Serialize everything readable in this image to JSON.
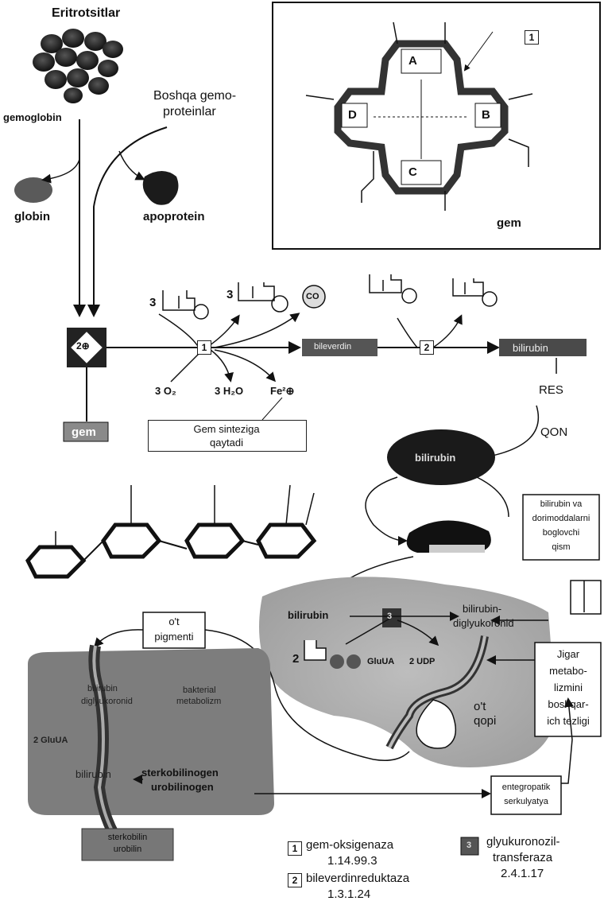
{
  "labels": {
    "eritrotsitlar": "Eritrotsitlar",
    "gemoglobin": "gemoglobin",
    "boshqa_line1": "Boshqa gemo-",
    "boshqa_line2": "proteinlar",
    "globin": "globin",
    "apoprotein": "apoprotein",
    "gem_struct": "gem",
    "gem_box": "gem",
    "fe_ion": "2⊕",
    "three_left": "3",
    "three_mid": "3",
    "co": "CO",
    "o2": "3 O₂",
    "h2o": "3 H₂O",
    "fe2": "Fe²⊕",
    "gem_sinteziga_1": "Gem sinteziga",
    "gem_sinteziga_2": "qaytadi",
    "bileverdin": "bileverdin",
    "bilirubin_top": "bilirubin",
    "res": "RES",
    "qon": "QON",
    "bilirubin_blood": "bilirubin",
    "bilirubin_va_1": "bilirubin va",
    "bilirubin_va_2": "dorimoddalarni",
    "bilirubin_va_3": "boglovchi",
    "bilirubin_va_4": "qism",
    "bilirubin_liver": "bilirubin",
    "diglyu_1": "bilirubin-",
    "diglyu_2": "diglyukoronid",
    "two_udp_glua": "2",
    "glua": "GluUA",
    "udp": "2 UDP",
    "ot_pigmenti_1": "o't",
    "ot_pigmenti_2": "pigmenti",
    "ot_qopi_1": "o't",
    "ot_qopi_2": "qopi",
    "jigar_1": "Jigar",
    "jigar_2": "metabo-",
    "jigar_3": "lizmini",
    "jigar_4": "boshqar-",
    "jigar_5": "ich tezligi",
    "intestine_diglyu_1": "bilirubin",
    "intestine_diglyu_2": "diglyukoronid",
    "bakterial_1": "bakterial",
    "bakterial_2": "metabolizm",
    "two_glua": "2 GluUA",
    "bilirubin_int": "bilirubin",
    "sterko": "sterkobilinogen",
    "urobilinogen": "urobilinogen",
    "sterkobilin": "sterkobilin",
    "urobilin": "urobilin",
    "entero_1": "entegropatik",
    "entero_2": "serkulyatya"
  },
  "rings": {
    "a": "A",
    "b": "B",
    "c": "C",
    "d": "D"
  },
  "legend": {
    "item1_num": "1",
    "item1_name": "gem-oksigenaza",
    "item1_ec": "1.14.99.3",
    "item2_num": "2",
    "item2_name": "bileverdinreduktaza",
    "item2_ec": "1.3.1.24",
    "item3_num": "3",
    "item3_name_1": "glyukuronozil-",
    "item3_name_2": "transferaza",
    "item3_ec": "2.4.1.17"
  },
  "badges": {
    "enzyme1": "1",
    "enzyme2": "2",
    "enzyme3": "3",
    "struct_label": "1"
  }
}
